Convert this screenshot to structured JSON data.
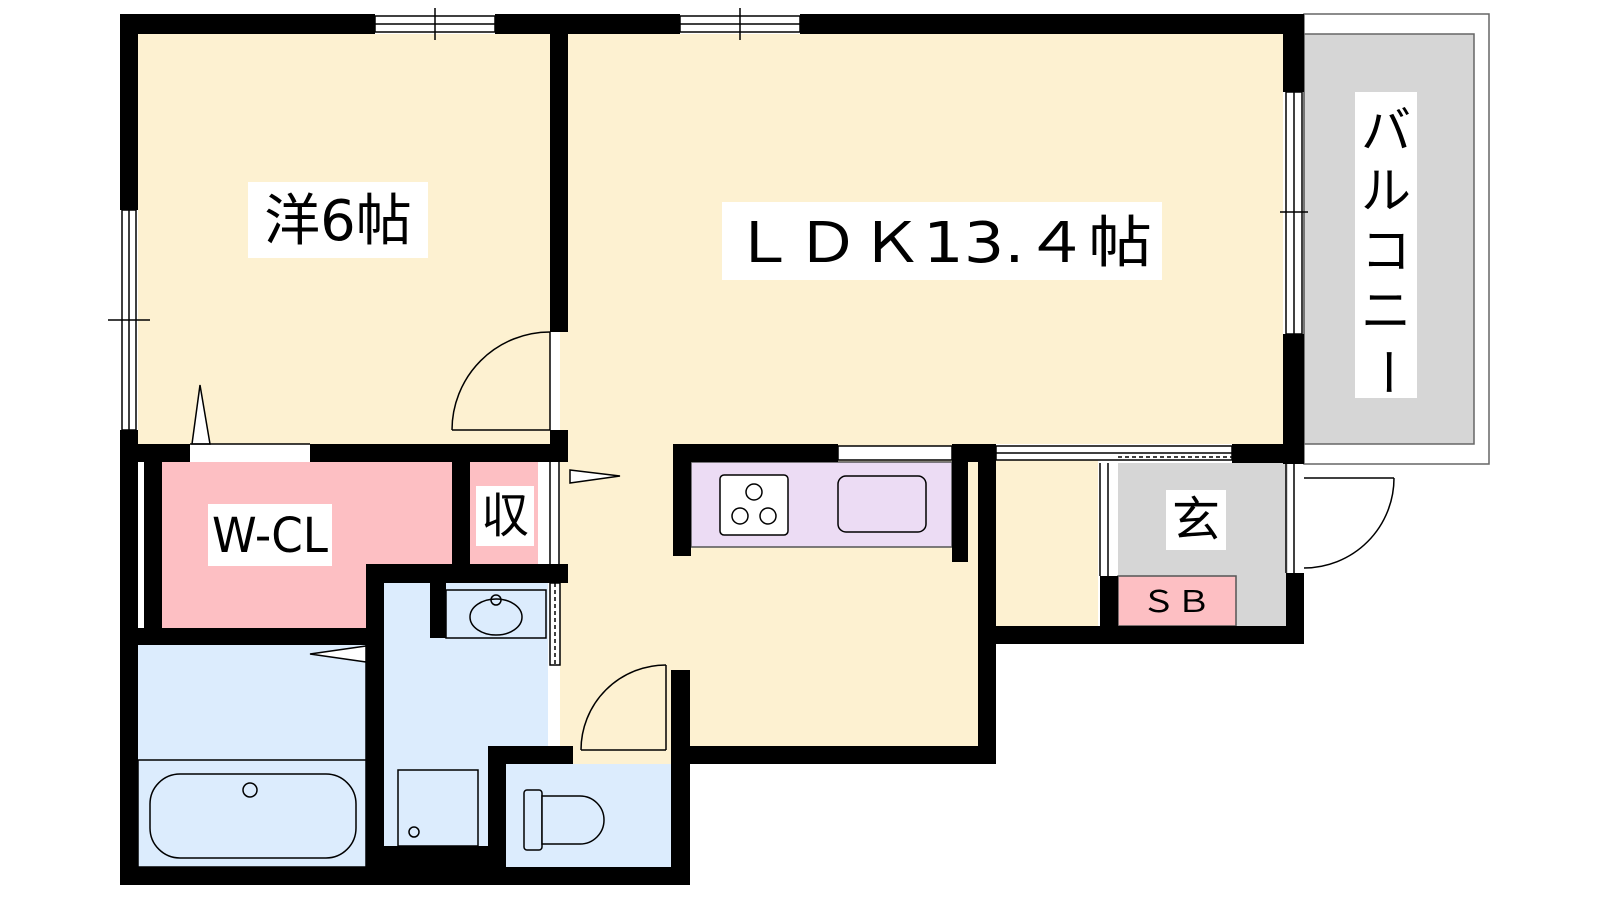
{
  "rooms": {
    "western": "洋6帖",
    "ldk": "ＬＤＫ13.４帖",
    "walk_in_closet": "W-CL",
    "storage": "収",
    "entrance": "玄",
    "shoe_box": "ＳＢ",
    "balcony": [
      "バ",
      "ル",
      "コ",
      "ニ",
      "ー"
    ]
  },
  "colors": {
    "room": "#fdf1d1",
    "wet_area": "#dcecfd",
    "closet": "#fdbfc3",
    "kitchen": "#ecdcf4",
    "entrance": "#d6d6d6",
    "balcony": "#d6d6d6",
    "wall": "#000000"
  }
}
